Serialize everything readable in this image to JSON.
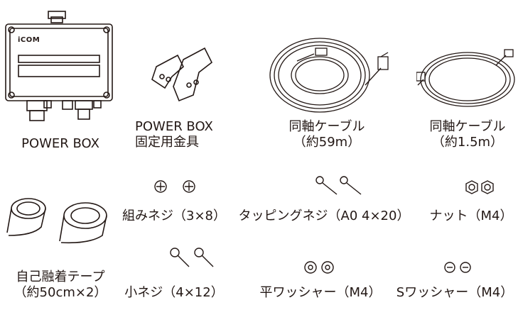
{
  "items": [
    {
      "id": "power-box",
      "label_lines": [
        "POWER BOX"
      ]
    },
    {
      "id": "power-box-bracket",
      "label_lines": [
        "POWER BOX",
        "固定用金具"
      ]
    },
    {
      "id": "coax-59m",
      "label_lines": [
        "同軸ケーブル",
        "（約59m）"
      ]
    },
    {
      "id": "coax-1-5m",
      "label_lines": [
        "同軸ケーブル",
        "（約1.5m）"
      ]
    },
    {
      "id": "tape",
      "label_lines": [
        "自己融着テープ",
        "（約50cm×2）"
      ]
    },
    {
      "id": "assembly-screw",
      "label_lines": [
        "組みネジ（3×8）"
      ]
    },
    {
      "id": "tapping-screw",
      "label_lines": [
        "タッピングネジ（A0 4×20）"
      ]
    },
    {
      "id": "nut",
      "label_lines": [
        "ナット（M4）"
      ]
    },
    {
      "id": "small-screw",
      "label_lines": [
        "小ネジ（4×12）"
      ]
    },
    {
      "id": "flat-washer",
      "label_lines": [
        "平ワッシャー（M4）"
      ]
    },
    {
      "id": "spring-washer",
      "label_lines": [
        "Sワッシャー（M4）"
      ]
    }
  ],
  "logo_text": "iCOM",
  "colors": {
    "ink": "#231815",
    "background": "#ffffff"
  },
  "icons": [
    "power-box-icon",
    "bracket-icon",
    "coax-coil-large-icon",
    "coax-coil-small-icon",
    "tape-icon",
    "screw-icon",
    "nut-icon",
    "washer-icon"
  ]
}
